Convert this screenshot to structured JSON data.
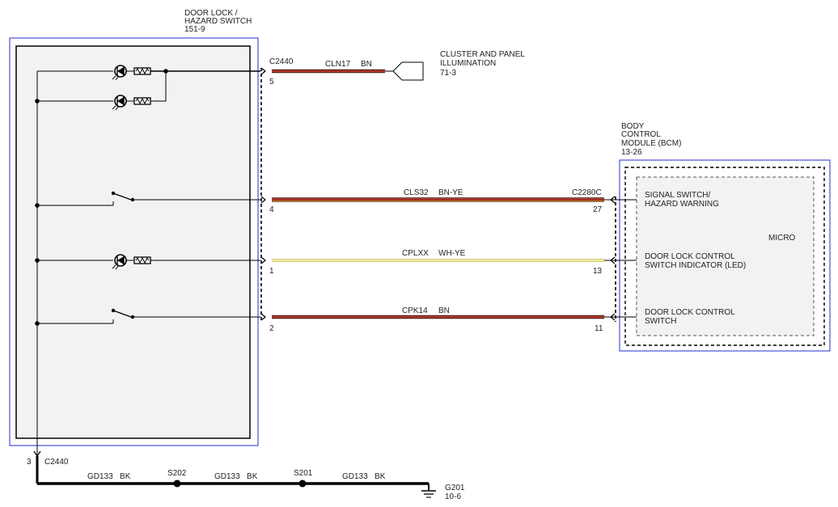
{
  "colors": {
    "module_border": "#4a52d6",
    "module_fill": "#f2f2f2",
    "wire_brown": "#b5352b",
    "wire_brown_stripe": "#e07a2a",
    "wire_white_yellow": "#f1eca0",
    "wire_black": "#000000",
    "line": "#222222"
  },
  "switch_module": {
    "title": "DOOR LOCK /",
    "title2": "HAZARD SWITCH",
    "ref": "151-9"
  },
  "connector_c2440_top": {
    "id": "C2440"
  },
  "pins_left": {
    "p5": "5",
    "p4": "4",
    "p1": "1",
    "p2": "2"
  },
  "wires": {
    "cln17": {
      "circuit": "CLN17",
      "color": "BN"
    },
    "cls32": {
      "circuit": "CLS32",
      "color": "BN-YE"
    },
    "cplxx": {
      "circuit": "CPLXX",
      "color": "WH-YE"
    },
    "cpk14": {
      "circuit": "CPK14",
      "color": "BN"
    }
  },
  "cluster": {
    "line1": "CLUSTER AND PANEL",
    "line2": "ILLUMINATION",
    "ref": "71-3"
  },
  "bcm": {
    "line1": "BODY",
    "line2": "CONTROL",
    "line3": "MODULE (BCM)",
    "ref": "13-26",
    "connector": "C2280C",
    "pin27": "27",
    "pin13": "13",
    "pin11": "11",
    "micro": "MICRO",
    "sig1_a": "SIGNAL SWITCH/",
    "sig1_b": "HAZARD WARNING",
    "sig2_a": "DOOR LOCK CONTROL",
    "sig2_b": "SWITCH INDICATOR (LED)",
    "sig3_a": "DOOR LOCK CONTROL",
    "sig3_b": "SWITCH"
  },
  "ground": {
    "pin": "3",
    "connector": "C2440",
    "seg1": "GD133   BK",
    "seg2": "GD133   BK",
    "seg3": "GD133   BK",
    "splice1": "S202",
    "splice2": "S201",
    "ground_id": "G201",
    "ground_ref": "10-6"
  }
}
